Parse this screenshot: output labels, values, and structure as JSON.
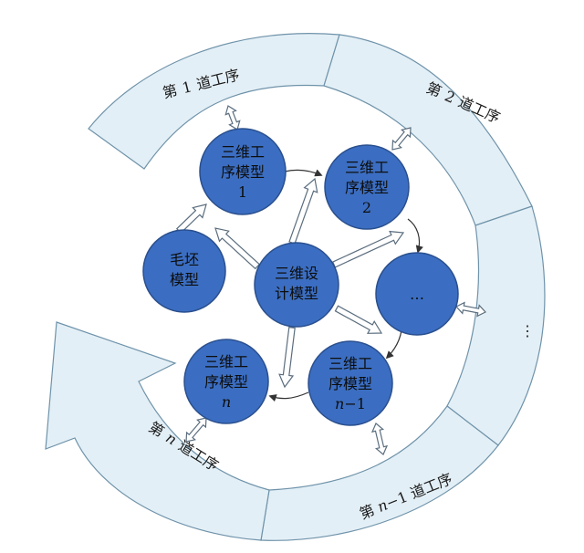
{
  "colors": {
    "ring_fill": "#e3eff6",
    "ring_stroke": "#6f93aa",
    "node_fill": "#3b6ec2",
    "node_stroke": "#2a4f8e",
    "connector_fill": "#ffffff",
    "connector_stroke": "#5a6d7e",
    "flow_arrow": "#333333"
  },
  "ring": {
    "step1": {
      "prefix": "第",
      "num": "1",
      "suffix": "道工序"
    },
    "step2": {
      "prefix": "第",
      "num": "2",
      "suffix": "道工序"
    },
    "stepEllipsis": "⋮",
    "stepN1": {
      "prefix": "第",
      "num": "n",
      "mid": "−1",
      "suffix": "道工序"
    },
    "stepN": {
      "prefix": "第",
      "num": "n",
      "suffix": "道工序"
    }
  },
  "nodes": {
    "center": {
      "line1": "三维设",
      "line2": "计模型"
    },
    "blank": {
      "line1": "毛坯",
      "line2": "模型"
    },
    "proc1": {
      "line1": "三维工",
      "line2": "序模型",
      "line3": "1"
    },
    "proc2": {
      "line1": "三维工",
      "line2": "序模型",
      "line3": "2"
    },
    "procEllipsis": {
      "line1": "…"
    },
    "procN1": {
      "line1": "三维工",
      "line2": "序模型",
      "line3a": "n",
      "line3b": "−1"
    },
    "procN": {
      "line1": "三维工",
      "line2": "序模型",
      "line3": "n"
    }
  }
}
